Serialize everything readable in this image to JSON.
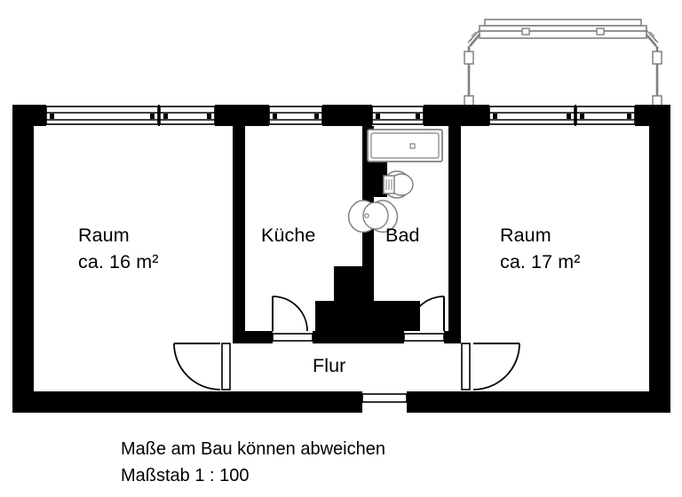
{
  "document": {
    "type": "floor-plan",
    "scale_note": "Maßstab 1 : 100",
    "disclaimer": "Maße am Bau können abweichen"
  },
  "rooms": [
    {
      "id": "room-left",
      "name": "Raum",
      "area": "ca. 16 m²"
    },
    {
      "id": "kitchen",
      "name": "Küche",
      "area": ""
    },
    {
      "id": "bath",
      "name": "Bad",
      "area": ""
    },
    {
      "id": "room-right",
      "name": "Raum",
      "area": "ca. 17 m²"
    },
    {
      "id": "hallway",
      "name": "Flur",
      "area": ""
    }
  ],
  "fixtures": [
    {
      "id": "bathtub",
      "label": "bathtub"
    },
    {
      "id": "wc",
      "label": "toilet"
    },
    {
      "id": "sink",
      "label": "washbasin"
    }
  ],
  "openings": {
    "windows": 5,
    "doors": 4,
    "balcony": "balcony-railing"
  },
  "colors": {
    "wall": "#000000",
    "background": "#ffffff",
    "fixture_line": "#808080",
    "balcony_line": "#808080",
    "text": "#000000"
  },
  "footer": {
    "line1": "Maße am Bau können abweichen",
    "line2": "Maßstab 1 : 100"
  }
}
